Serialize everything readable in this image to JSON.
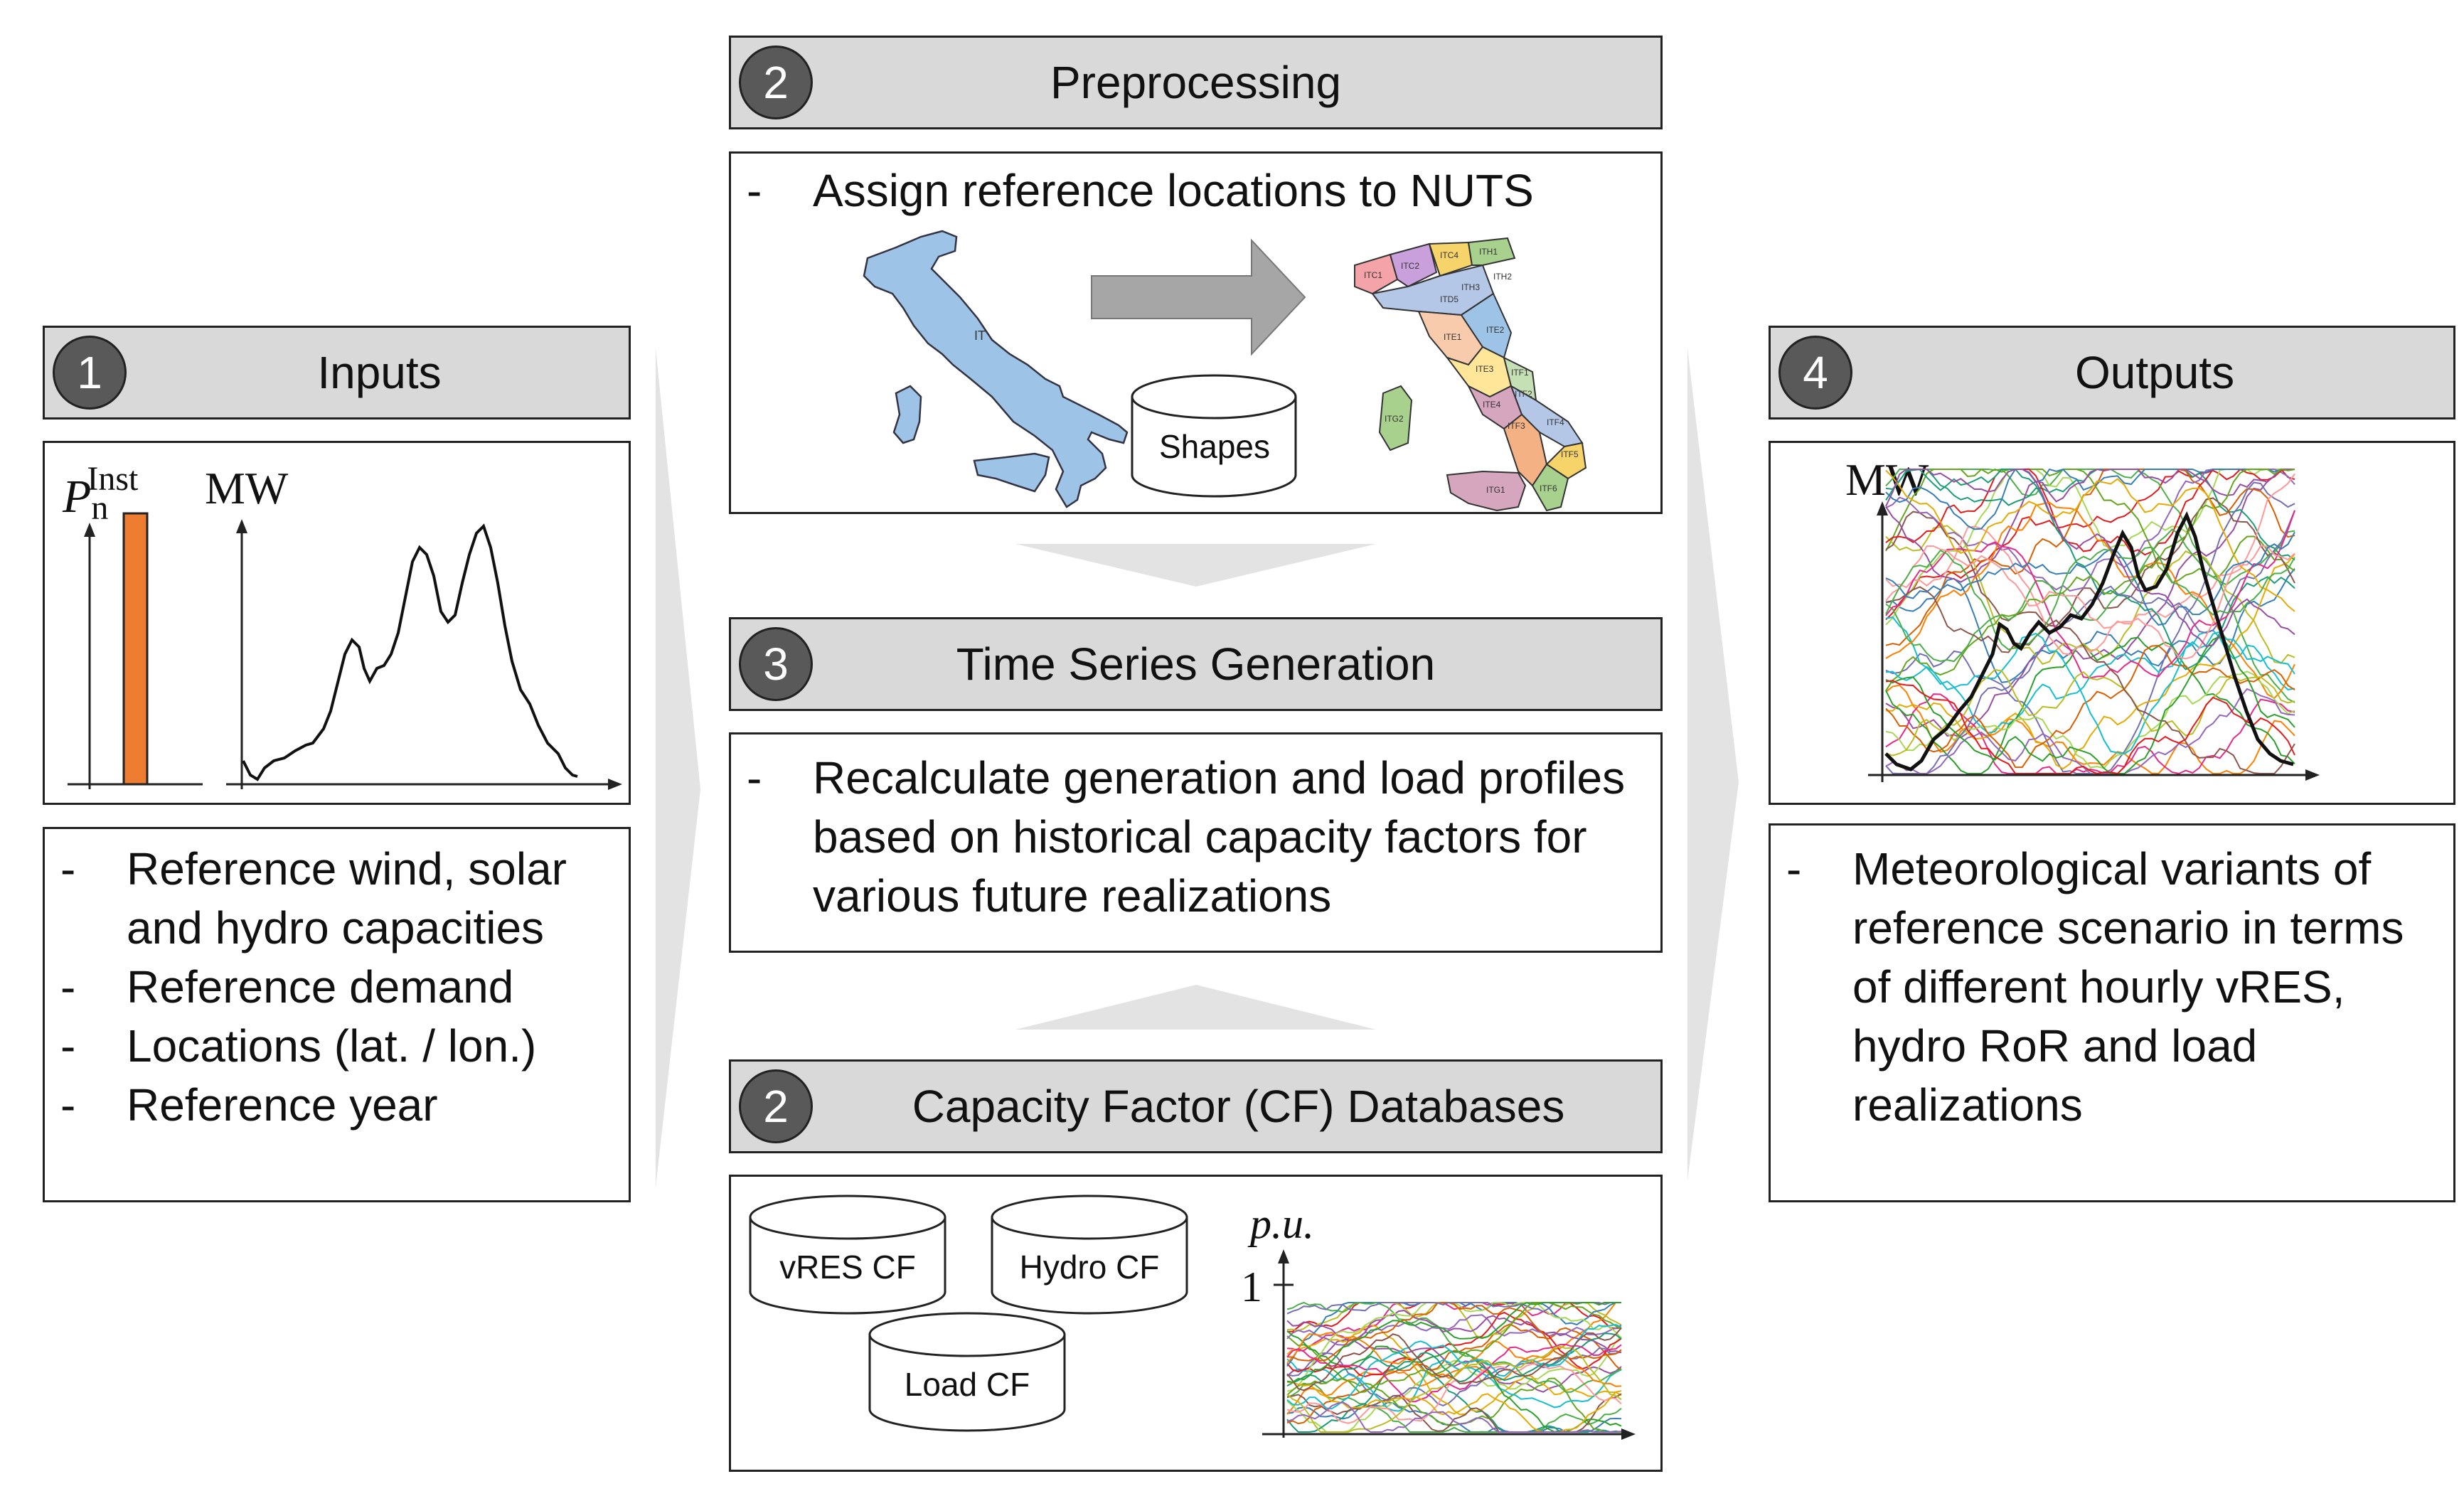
{
  "stages": {
    "inputs": {
      "number": "1",
      "title": "Inputs",
      "bullets": [
        "Reference wind, solar and hydro capacities",
        "Reference demand",
        "Locations (lat. / lon.)",
        "Reference year"
      ],
      "chart_bar_label": "P",
      "chart_bar_sub": "n",
      "chart_bar_sup": "Inst",
      "chart_unit": "MW"
    },
    "preprocessing": {
      "number": "2",
      "title": "Preprocessing",
      "bullets": [
        "Assign reference locations to NUTS"
      ],
      "country_label": "IT",
      "database_label": "Shapes",
      "region_labels": [
        "ITC1",
        "ITC2",
        "ITC4",
        "ITH1",
        "ITH2",
        "ITH3",
        "ITD5",
        "ITE1",
        "ITE2",
        "ITE3",
        "ITE4",
        "ITF1",
        "ITF2",
        "ITF3",
        "ITF4",
        "ITF5",
        "ITF6",
        "ITG1",
        "ITG2"
      ]
    },
    "timeseries": {
      "number": "3",
      "title": "Time Series Generation",
      "bullets": [
        "Recalculate generation and load profiles based on historical capacity factors for various future realizations"
      ]
    },
    "cf_databases": {
      "number": "2",
      "title": "Capacity Factor (CF) Databases",
      "databases": [
        "vRES CF",
        "Hydro CF",
        "Load CF"
      ],
      "chart_unit": "p.u.",
      "chart_tick": "1"
    },
    "outputs": {
      "number": "4",
      "title": "Outputs",
      "chart_unit": "MW",
      "bullets": [
        "Meteorological variants of reference scenario in terms of different hourly vRES, hydro RoR and load realizations"
      ]
    }
  },
  "colors": {
    "header_fill": "#d9d9d9",
    "badge_fill": "#595959",
    "bar_fill": "#ed7d31",
    "map_fill": "#9dc3e6",
    "arrow_fill": "#a6a6a6",
    "chevron_fill": "#e3e3e3"
  }
}
